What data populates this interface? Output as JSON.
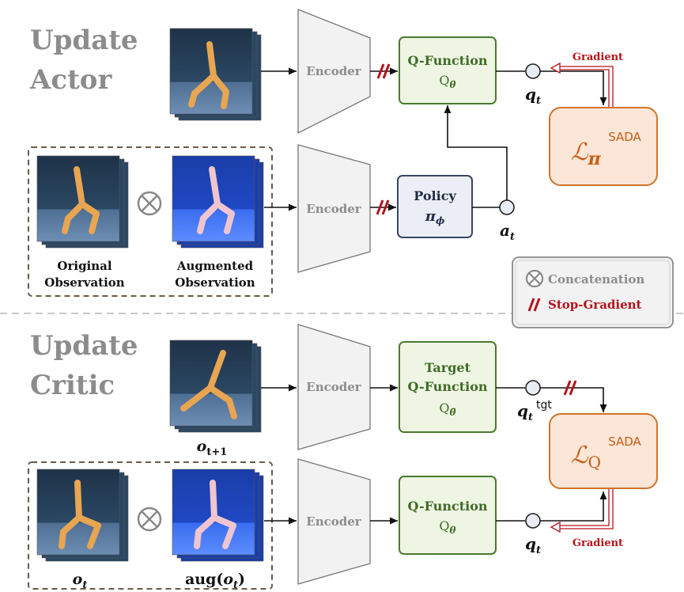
{
  "sections": {
    "actor": {
      "line1": "Update",
      "line2": "Actor"
    },
    "critic": {
      "line1": "Update",
      "line2": "Critic"
    }
  },
  "encoder_label": "Encoder",
  "actor": {
    "qfunc": {
      "title": "Q-Function",
      "sym_base": "Q",
      "sym_sub": "θ"
    },
    "policy": {
      "title": "Policy",
      "sym_base": "π",
      "sym_sub": "ϕ"
    },
    "q_node": {
      "base": "q",
      "sub": "t"
    },
    "a_node": {
      "base": "a",
      "sub": "t"
    },
    "loss": {
      "base": "ℒ",
      "sub": "π",
      "sup": "SADA"
    },
    "gradient": "Gradient",
    "obs_original": {
      "line1": "Original",
      "line2": "Observation"
    },
    "obs_augmented": {
      "line1": "Augmented",
      "line2": "Observation"
    }
  },
  "critic": {
    "target_qfunc": {
      "title1": "Target",
      "title2": "Q-Function",
      "sym_base": "Q",
      "sym_sub": "θ̄"
    },
    "qfunc": {
      "title": "Q-Function",
      "sym_base": "Q",
      "sym_sub": "θ"
    },
    "q_tgt_node": {
      "base": "q",
      "sub": "t",
      "sup": "tgt"
    },
    "q_node": {
      "base": "q",
      "sub": "t"
    },
    "loss": {
      "base": "ℒ",
      "sub": "Q",
      "sup": "SADA"
    },
    "gradient": "Gradient",
    "next_obs": {
      "base": "o",
      "sub": "t+1"
    },
    "obs": {
      "base": "o",
      "sub": "t"
    },
    "aug_obs": {
      "prefix": "aug(",
      "base": "o",
      "sub": "t",
      "suffix": ")"
    }
  },
  "legend": {
    "concat": "Concatenation",
    "stop_gradient": "Stop-Gradient"
  },
  "colors": {
    "section_gray": "#8c8c8c",
    "qfunc_fill": "#eef5e3",
    "qfunc_stroke": "#4a7a2f",
    "qfunc_text": "#3e6b26",
    "policy_fill": "#eceef6",
    "policy_stroke": "#3a4560",
    "loss_fill": "#fbe6d8",
    "loss_stroke": "#d2732a",
    "loss_text": "#c85d12",
    "stop_gradient": "#b3131b",
    "gradient": "#b3131b"
  }
}
